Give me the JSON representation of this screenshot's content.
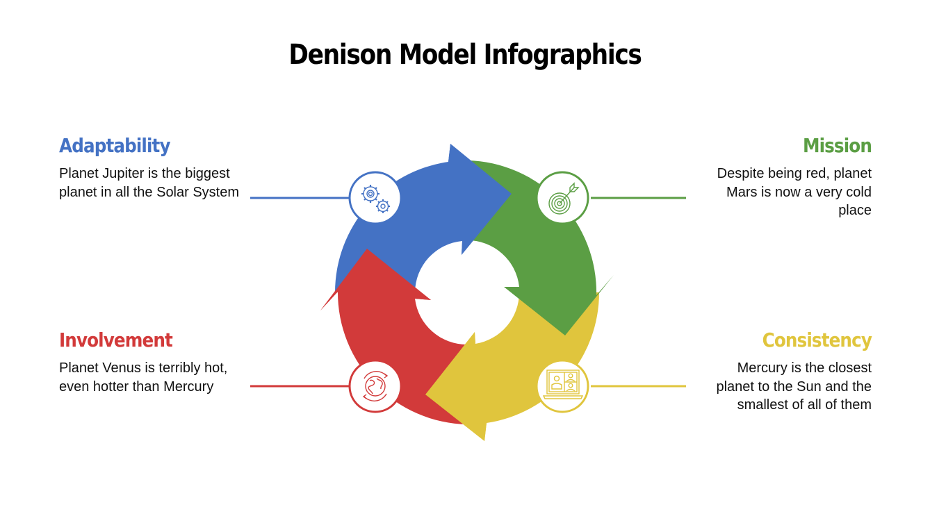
{
  "title": "Denison Model Infographics",
  "colors": {
    "adaptability": "#4472c4",
    "mission": "#5b9e44",
    "consistency": "#e0c53d",
    "involvement": "#d23a3a",
    "text": "#111111",
    "background": "#ffffff"
  },
  "traits": {
    "adaptability": {
      "heading": "Adaptability",
      "description": "Planet Jupiter is the biggest planet in all the Solar System",
      "icon": "gears-icon"
    },
    "mission": {
      "heading": "Mission",
      "description": "Despite being red, planet Mars is now a very cold place",
      "icon": "target-icon"
    },
    "involvement": {
      "heading": "Involvement",
      "description": "Planet Venus is terribly hot, even hotter than Mercury",
      "icon": "globe-cycle-icon"
    },
    "consistency": {
      "heading": "Consistency",
      "description": "Mercury is the closest planet to the Sun and the smallest of all of them",
      "icon": "video-conference-icon"
    }
  }
}
